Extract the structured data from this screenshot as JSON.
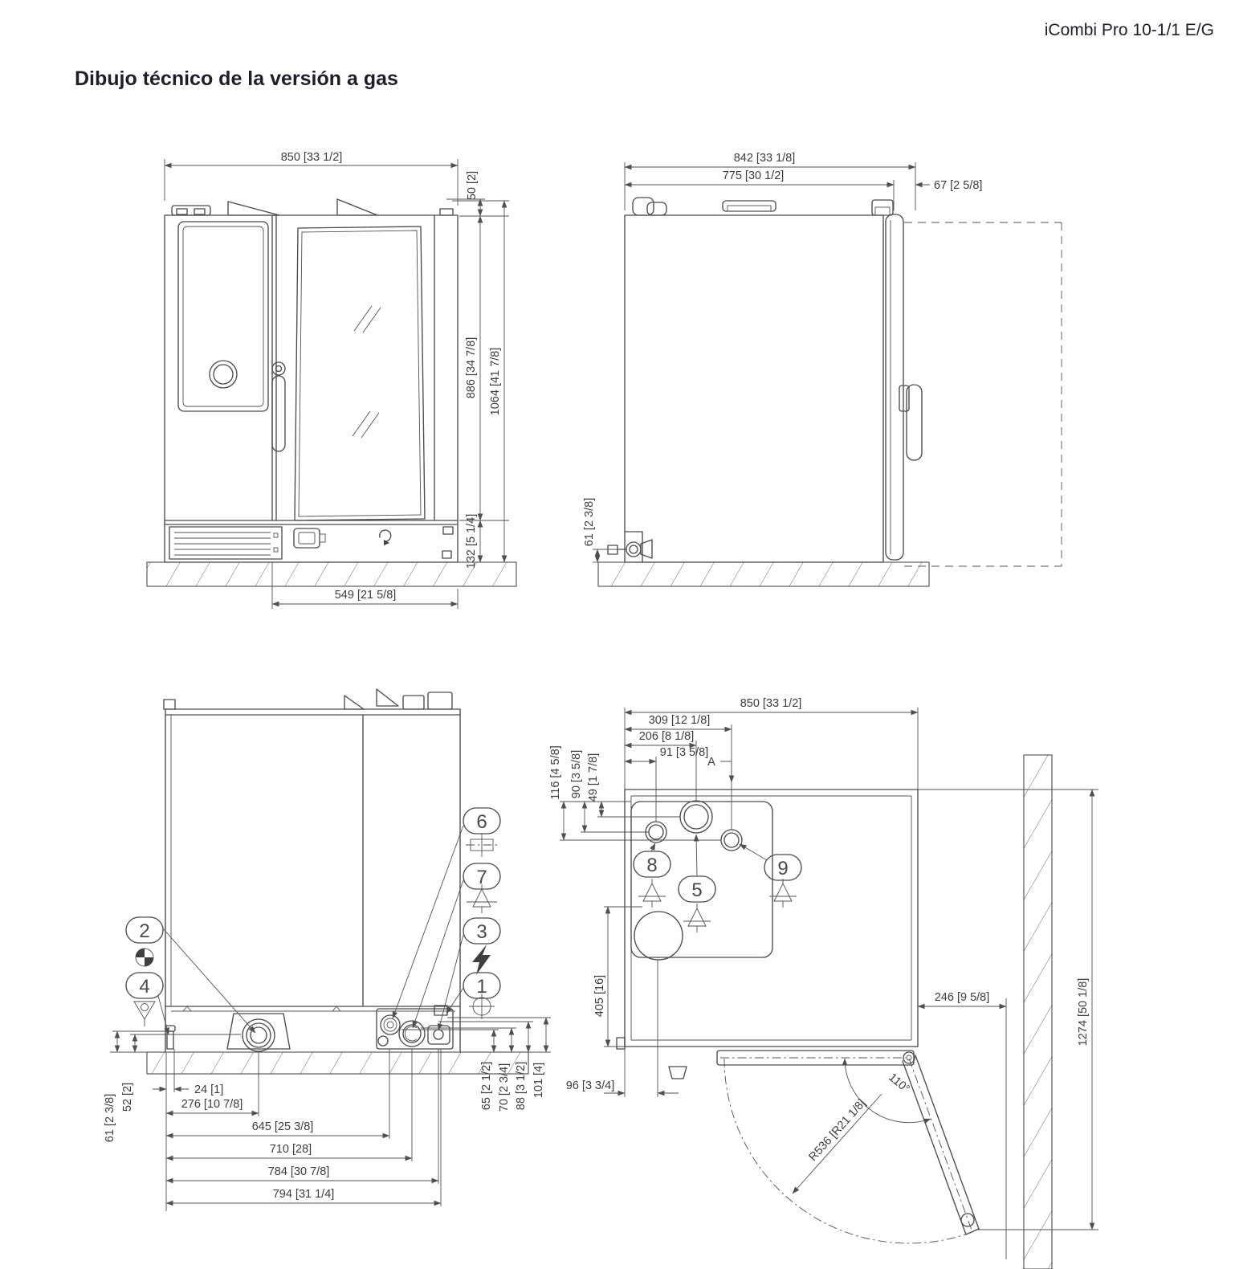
{
  "header": {
    "product_label": "iCombi Pro 10-1/1 E/G"
  },
  "title": "Dibujo técnico de la versión a gas",
  "ink_color": "#4b4b4b",
  "front_view": {
    "dim_width": "850 [33 1/2]",
    "dim_top_cap": "50 [2]",
    "dim_body_height": "886 [34 7/8]",
    "dim_total_height": "1064 [41 7/8]",
    "dim_base_height": "132 [5 1/4]",
    "dim_door_width": "549 [21 5/8]"
  },
  "side_view": {
    "dim_depth_total": "842 [33 1/8]",
    "dim_depth_body": "775 [30 1/2]",
    "dim_door_offset": "67 [2 5/8]",
    "dim_gas_height": "61 [2 3/8]"
  },
  "rear_view": {
    "dim_left_height_61": "61 [2 3/8]",
    "dim_left_height_52": "52 [2]",
    "dim_x_24": "24 [1]",
    "dim_x_276": "276 [10 7/8]",
    "dim_x_645": "645 [25 3/8]",
    "dim_x_710": "710 [28]",
    "dim_x_784": "784 [30 7/8]",
    "dim_x_794": "794 [31 1/4]",
    "dim_h_65": "65 [2 1/2]",
    "dim_h_70": "70 [2 3/4]",
    "dim_h_88": "88 [3 1/2]",
    "dim_h_101": "101 [4]",
    "callouts": [
      {
        "num": "2",
        "symbol": "datum-target"
      },
      {
        "num": "4",
        "symbol": "drain-funnel"
      },
      {
        "num": "6",
        "symbol": "pipe-fitting"
      },
      {
        "num": "7",
        "symbol": "vent"
      },
      {
        "num": "3",
        "symbol": "electrical"
      },
      {
        "num": "1",
        "symbol": "water"
      }
    ]
  },
  "top_view": {
    "dim_width": "850 [33 1/2]",
    "dim_x_309": "309 [12 1/8]",
    "dim_x_206": "206 [8 1/8]",
    "dim_x_91": "91 [3 5/8]",
    "dim_y_116": "116 [4 5/8]",
    "dim_y_90": "90 [3 5/8]",
    "dim_y_49": "49 [1 7/8]",
    "dim_y_405": "405 [16]",
    "dim_x_96": "96 [3 3/4]",
    "dim_clearance": "246 [9 5/8]",
    "dim_total_depth": "1274 [50 1/8]",
    "door_radius": "R536 [R21 1/8]",
    "door_angle": "110°",
    "section_label": "A",
    "callouts": [
      {
        "num": "8",
        "symbol": "vent"
      },
      {
        "num": "5",
        "symbol": "vent"
      },
      {
        "num": "9",
        "symbol": "vent"
      }
    ]
  }
}
